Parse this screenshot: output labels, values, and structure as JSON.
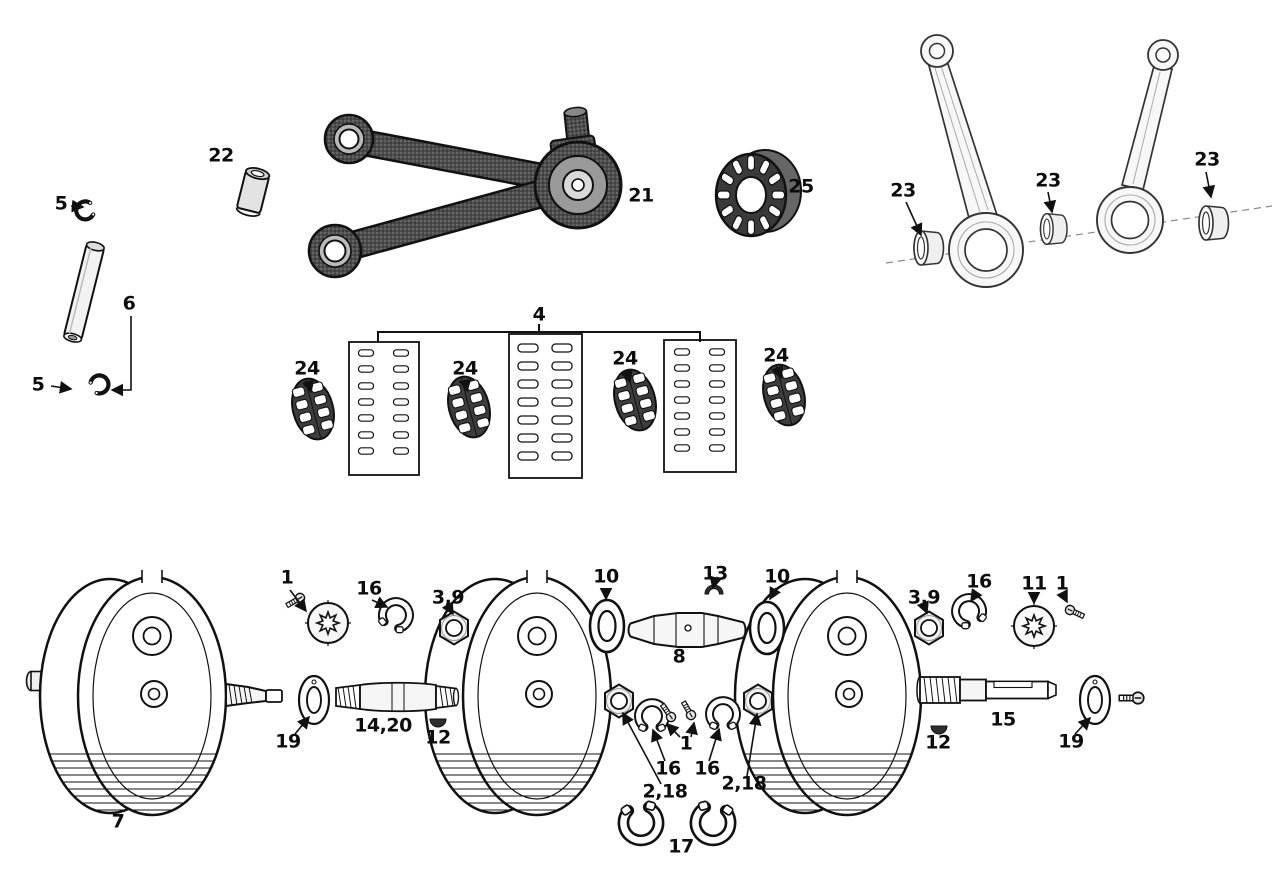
{
  "figure": {
    "background": "#ffffff",
    "ink": "#111111"
  },
  "labels": {
    "clip_upper": "5",
    "pin": "6",
    "clip_lower": "5",
    "bushing_small": "22",
    "rod_assembly": "21",
    "bearing_large": "25",
    "rod_bushing_left": "23",
    "rod_bushing_mid": "23",
    "rod_bushing_right": "23",
    "bearing_set": "4",
    "retainer_a": "24",
    "retainer_b": "24",
    "retainer_c": "24",
    "retainer_d": "24",
    "screw_left": "1",
    "lock_left": "16",
    "nut_left": "3,9",
    "washer_left": "10",
    "key_top": "13",
    "washer_right": "10",
    "crank_pin": "8",
    "nut_right": "3,9",
    "lock_right": "16",
    "lock_plate": "11",
    "screw_right": "1",
    "thrust_left": "19",
    "sprocket_shaft": "14,20",
    "key_left": "12",
    "screw_center": "1",
    "lock_center_a": "16",
    "lock_center_b": "16",
    "nut_center_a": "2,18",
    "nut_center_b": "2,18",
    "key_right": "12",
    "pinion_shaft": "15",
    "thrust_right": "19",
    "flywheel": "7",
    "lock_pair": "17"
  }
}
